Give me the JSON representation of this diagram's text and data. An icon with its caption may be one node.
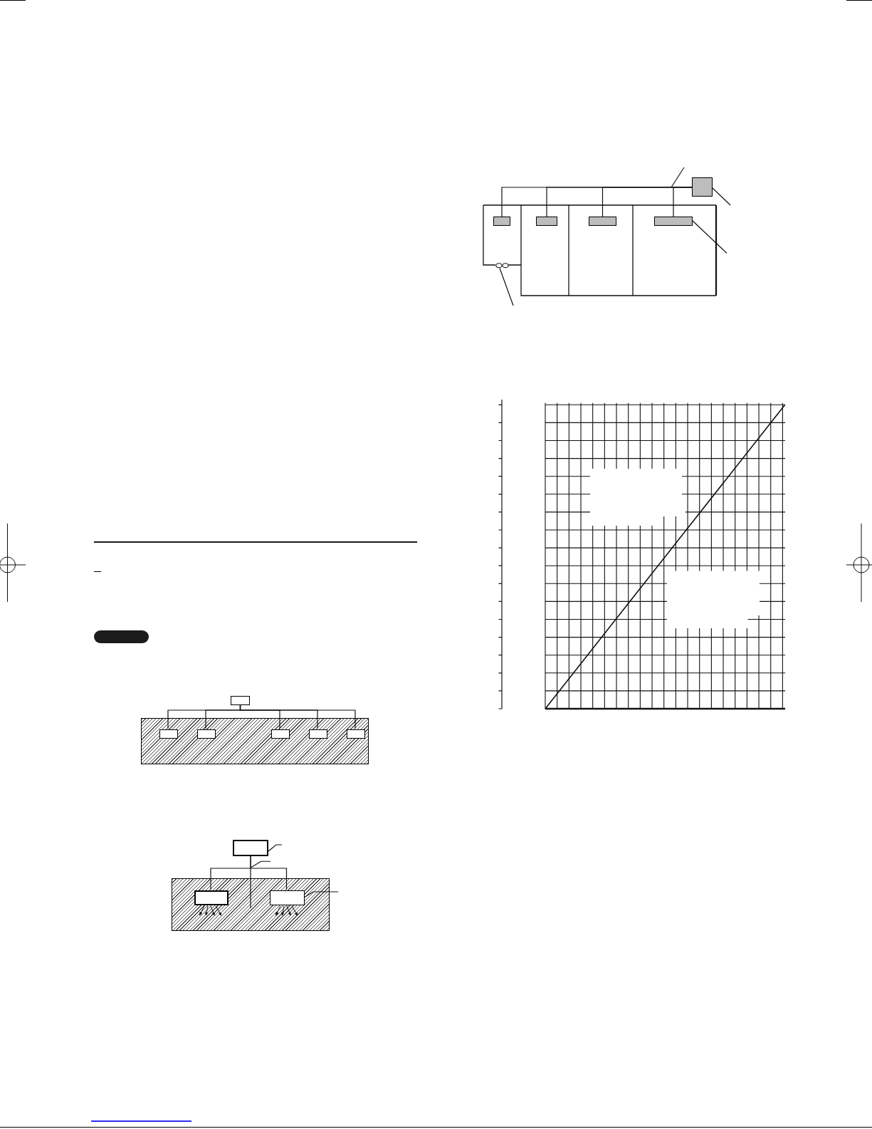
{
  "diagram": {
    "nodes": [
      {
        "text": [],
        "shape": "box"
      },
      {
        "text": [],
        "shape": "box"
      },
      {
        "text": [],
        "shape": "box"
      },
      {
        "text": [],
        "shape": "box",
        "in": 2
      },
      {
        "text": [],
        "shape": "box",
        "in": 2
      },
      {
        "text": [],
        "shape": "box",
        "in": 2
      },
      {
        "text": [],
        "shape": "box",
        "in": 2
      },
      {
        "text": [],
        "shape": "box",
        "in": 2
      },
      {
        "text": [],
        "shape": "box"
      },
      {
        "text": [],
        "shape": "box"
      },
      {
        "text": [],
        "shape": "box",
        "in": 9
      },
      {
        "text": [],
        "shape": "box",
        "in": 9
      },
      {
        "text": [],
        "shape": "box"
      },
      {
        "text": [],
        "shape": "box"
      },
      {
        "text": [],
        "shape": "box"
      },
      {
        "text": [],
        "shape": "box"
      },
      {
        "text": [],
        "shape": "box"
      },
      {
        "text": [],
        "shape": "picture"
      }
    ],
    "edges": [
      {
        "from": 1,
        "to": 3,
        "arrow": "none"
      },
      {
        "from": 1,
        "to": 4,
        "arrow": "none"
      },
      {
        "from": 1,
        "to": 5,
        "arrow": "none"
      },
      {
        "from": 1,
        "to": 6,
        "arrow": "none"
      },
      {
        "from": 1,
        "to": 7,
        "arrow": "none"
      },
      {
        "from": 8,
        "to": 10,
        "arrow": "none"
      },
      {
        "from": 8,
        "to": 11,
        "arrow": "none"
      },
      {
        "from": null,
        "to": 8,
        "arrow": "none"
      },
      {
        "from": null,
        "to": 11,
        "arrow": "none"
      },
      {
        "from": 12,
        "to": 13,
        "arrow": "none"
      },
      {
        "from": 12,
        "to": 14,
        "arrow": "none"
      },
      {
        "from": 12,
        "to": 15,
        "arrow": "none"
      },
      {
        "from": 12,
        "to": 16,
        "arrow": "none"
      },
      {
        "from": null,
        "to": 12,
        "arrow": "none"
      },
      {
        "from": null,
        "to": 16,
        "arrow": "none"
      },
      {
        "from": null,
        "to": 17,
        "arrow": "none"
      }
    ]
  }
}
